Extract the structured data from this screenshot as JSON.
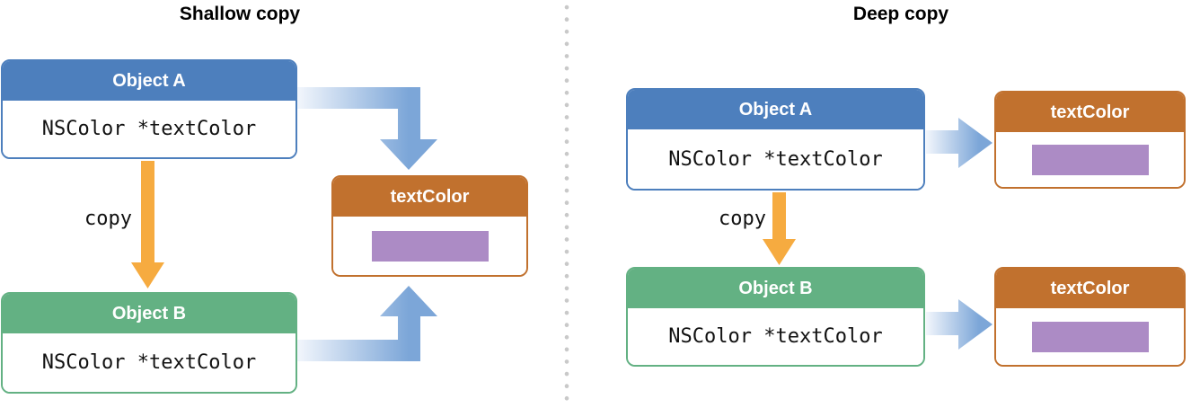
{
  "palette": {
    "object_a_blue": "#4d7fbd",
    "object_b_green": "#63b183",
    "textcolor_orange": "#c1712e",
    "swatch_purple": "#ac8bc5",
    "copy_arrow_orange": "#f6ab40",
    "pointer_arrow_blue": "#7ca6d8",
    "pointer_arrow_light": "#f2f6fc",
    "divider_dot_gray": "#c9c9c9"
  },
  "left_panel": {
    "title": "Shallow copy",
    "object_a": {
      "header": "Object A",
      "field": "NSColor *textColor"
    },
    "object_b": {
      "header": "Object B",
      "field": "NSColor *textColor"
    },
    "copy_arrow_label": "copy",
    "textcolor_box": {
      "header": "textColor"
    }
  },
  "right_panel": {
    "title": "Deep copy",
    "object_a": {
      "header": "Object A",
      "field": "NSColor *textColor"
    },
    "object_b": {
      "header": "Object B",
      "field": "NSColor *textColor"
    },
    "copy_arrow_label": "copy",
    "textcolor_box_a": {
      "header": "textColor"
    },
    "textcolor_box_b": {
      "header": "textColor"
    }
  }
}
